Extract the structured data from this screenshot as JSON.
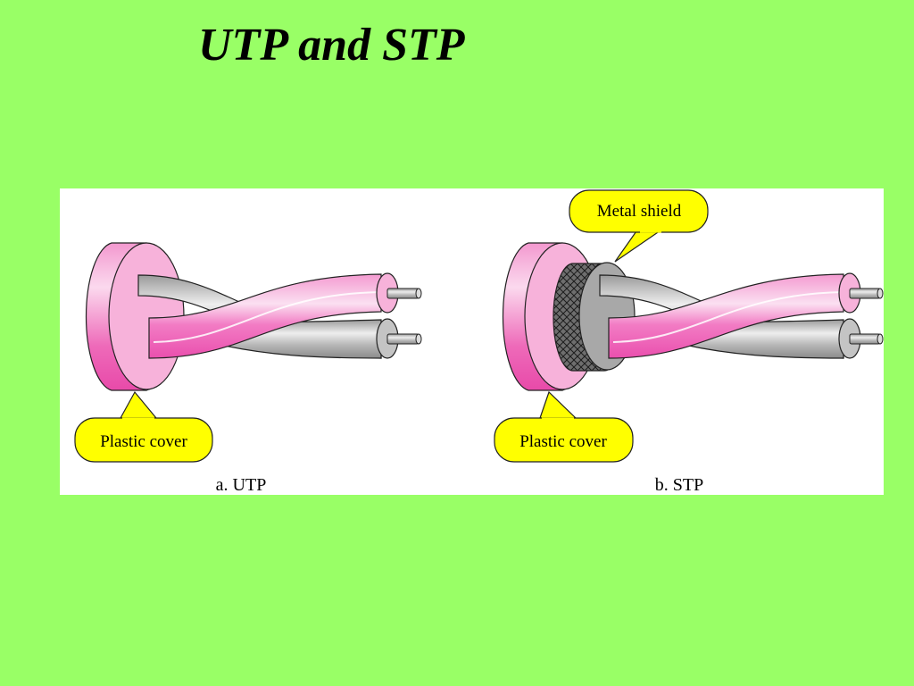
{
  "slide": {
    "title": "UTP and STP"
  },
  "figure": {
    "utp": {
      "callout_label": "Plastic cover",
      "caption": "a. UTP"
    },
    "stp": {
      "shield_label": "Metal shield",
      "callout_label": "Plastic cover",
      "caption": "b. STP"
    }
  },
  "colors": {
    "background": "#99ff66",
    "jacket_pink": "#f07ac8",
    "jacket_light_pink": "#f7aed8",
    "wire_gray": "#bdbdbd",
    "callout_yellow": "#ffff00"
  }
}
